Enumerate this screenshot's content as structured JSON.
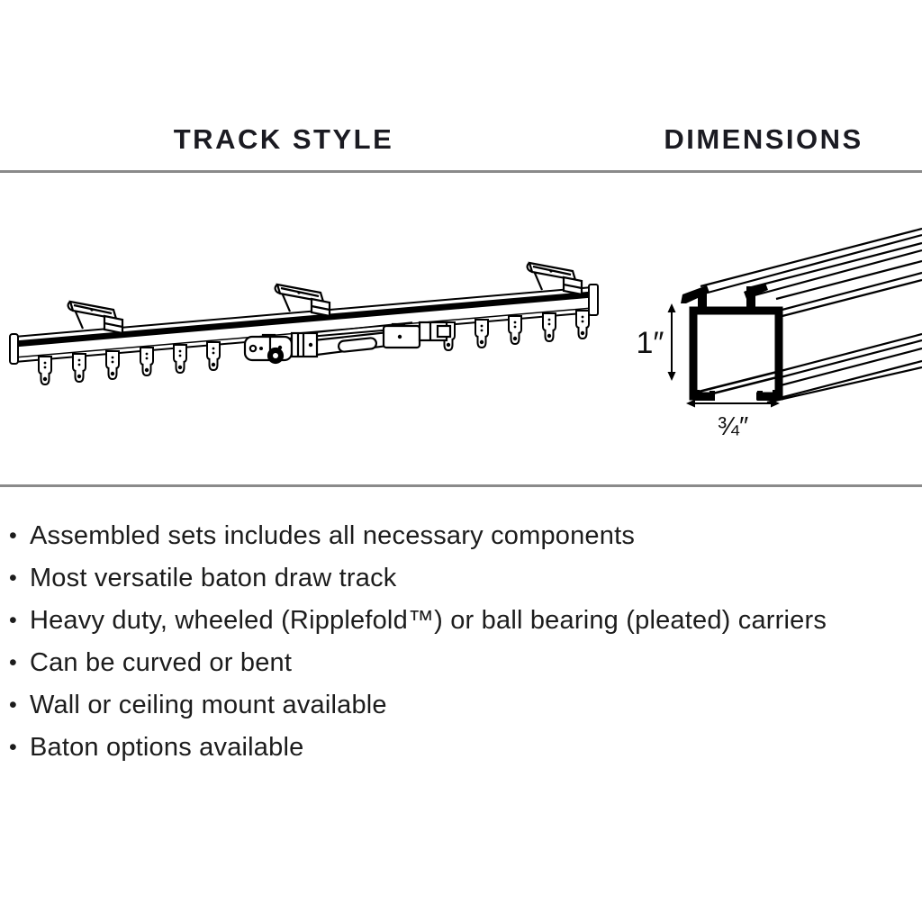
{
  "header": {
    "track_style": "TRACK STYLE",
    "dimensions": "DIMENSIONS"
  },
  "dimensions_illustration": {
    "height_label": "1″",
    "width_label": "¾″"
  },
  "features": {
    "bullet_char": "•",
    "items": [
      "Assembled sets includes all necessary components",
      "Most versatile baton draw track",
      "Heavy duty, wheeled (Ripplefold™) or ball bearing (pleated) carriers",
      "Can be curved or bent",
      "Wall or ceiling mount available",
      "Baton options available"
    ]
  },
  "colors": {
    "heading_text": "#1b1b22",
    "body_text": "#1c1c1c",
    "divider": "#8a8a8a",
    "line_art": "#000000",
    "background": "#ffffff"
  }
}
